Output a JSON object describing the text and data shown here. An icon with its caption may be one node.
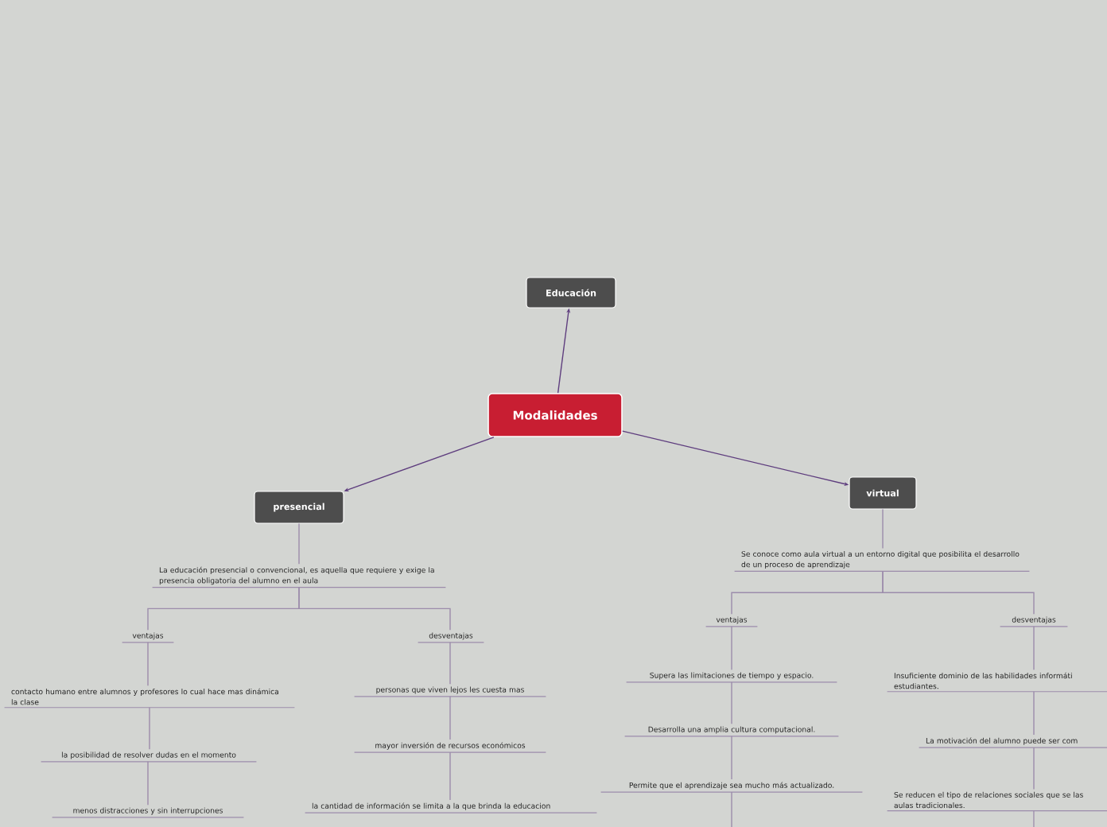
{
  "diagram": {
    "nodes": [
      {
        "text": [
          "Modalidades"
        ]
      },
      {
        "text": [
          "Educación"
        ]
      },
      {
        "text": [
          "presencial"
        ]
      },
      {
        "text": [
          "virtual"
        ]
      },
      {
        "text": [
          "La educación presencial o convencional, es aquella que requiere y exige la presencia obligatoria del alumno en el aula"
        ]
      },
      {
        "text": [
          "ventajas"
        ]
      },
      {
        "text": [
          "desventajas"
        ]
      },
      {
        "text": [
          "contacto humano entre alumnos y profesores lo cual hace mas dinámica la clase"
        ]
      },
      {
        "text": [
          "la posibilidad de resolver dudas en el momento"
        ]
      },
      {
        "text": [
          "menos distracciones y sin interrupciones"
        ]
      },
      {
        "text": [
          "personas que viven lejos les cuesta mas"
        ]
      },
      {
        "text": [
          "mayor inversión de recursos económicos"
        ]
      },
      {
        "text": [
          "la cantidad de información se limita a la que brinda la educacion"
        ]
      },
      {
        "text": [
          "Se conoce como aula virtual a un entorno digital que posibilita el desarrollo de un proceso de aprendizaje"
        ]
      },
      {
        "text": [
          "ventajas"
        ]
      },
      {
        "text": [
          "desventajas"
        ]
      },
      {
        "text": [
          "Supera las limitaciones de tiempo y espacio."
        ]
      },
      {
        "text": [
          "Desarrolla una amplia cultura computacional."
        ]
      },
      {
        "text": [
          "Permite que el aprendizaje sea mucho más actualizado."
        ]
      },
      {
        "text": [
          "Insuficiente dominio de las habilidades informáti estudiantes."
        ]
      },
      {
        "text": [
          "La motivación del alumno puede ser com"
        ]
      },
      {
        "text": [
          "Se reducen el tipo de relaciones sociales que se las aulas tradicionales."
        ]
      }
    ],
    "edges": [
      {
        "from": 0,
        "to": 1,
        "arrow": "to",
        "color": "#5e3d7e"
      },
      {
        "from": 0,
        "to": 2,
        "arrow": "to",
        "color": "#5e3d7e"
      },
      {
        "from": 0,
        "to": 3,
        "arrow": "to",
        "color": "#5e3d7e"
      },
      {
        "from": 2,
        "to": 4,
        "arrow": "none"
      },
      {
        "from": 4,
        "to": 5,
        "arrow": "none"
      },
      {
        "from": 4,
        "to": 6,
        "arrow": "none"
      },
      {
        "from": 5,
        "to": 7,
        "arrow": "none"
      },
      {
        "from": 7,
        "to": 8,
        "arrow": "none"
      },
      {
        "from": 8,
        "to": 9,
        "arrow": "none"
      },
      {
        "from": 6,
        "to": 10,
        "arrow": "none"
      },
      {
        "from": 10,
        "to": 11,
        "arrow": "none"
      },
      {
        "from": 11,
        "to": 12,
        "arrow": "none"
      },
      {
        "from": 3,
        "to": 13,
        "arrow": "none"
      },
      {
        "from": 13,
        "to": 14,
        "arrow": "none"
      },
      {
        "from": 13,
        "to": 15,
        "arrow": "none"
      },
      {
        "from": 14,
        "to": 16,
        "arrow": "none"
      },
      {
        "from": 16,
        "to": 17,
        "arrow": "none"
      },
      {
        "from": 17,
        "to": 18,
        "arrow": "none"
      },
      {
        "from": 18,
        "to": null,
        "arrow": "none"
      },
      {
        "from": 15,
        "to": 19,
        "arrow": "none"
      },
      {
        "from": 19,
        "to": 20,
        "arrow": "none"
      },
      {
        "from": 20,
        "to": 21,
        "arrow": "none"
      },
      {
        "from": 21,
        "to": null,
        "arrow": "none"
      }
    ]
  }
}
